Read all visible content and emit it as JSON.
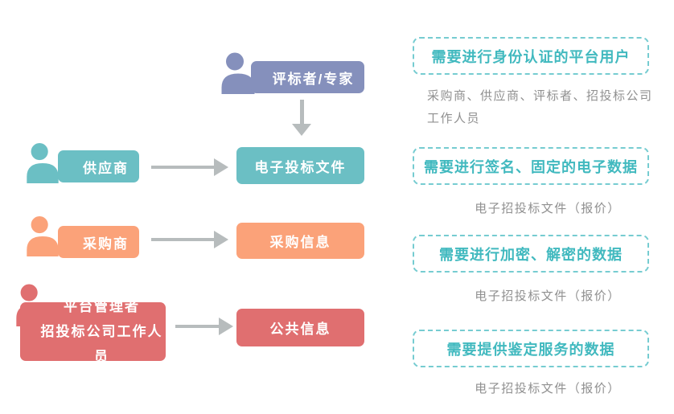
{
  "palette": {
    "purple": "#8590BC",
    "teal": "#6BBFC4",
    "orange": "#FBA279",
    "red": "#E06F70",
    "arrow_gray": "#B7BCBD",
    "dashed_border_teal": "#76CCD1",
    "annotation_title_teal": "#41B9BF",
    "subtext_gray": "#909090",
    "box_text_white": "#FFFFFF"
  },
  "flow": {
    "evaluator_label": "评标者/专家",
    "supplier_label": "供应商",
    "supplier_target": "电子投标文件",
    "purchaser_label": "采购商",
    "purchaser_target": "采购信息",
    "admin_label_line1": "平台管理者",
    "admin_label_line2": "招投标公司工作人员",
    "admin_target": "公共信息"
  },
  "annotations": [
    {
      "title": "需要进行身份认证的平台用户",
      "desc": "采购商、供应商、评标者、招投标公司\n工作人员"
    },
    {
      "title": "需要进行签名、固定的电子数据",
      "desc": "电子招投标文件（报价）"
    },
    {
      "title": "需要进行加密、解密的数据",
      "desc": "电子招投标文件（报价）"
    },
    {
      "title": "需要提供鉴定服务的数据",
      "desc": "电子招投标文件（报价）"
    }
  ]
}
